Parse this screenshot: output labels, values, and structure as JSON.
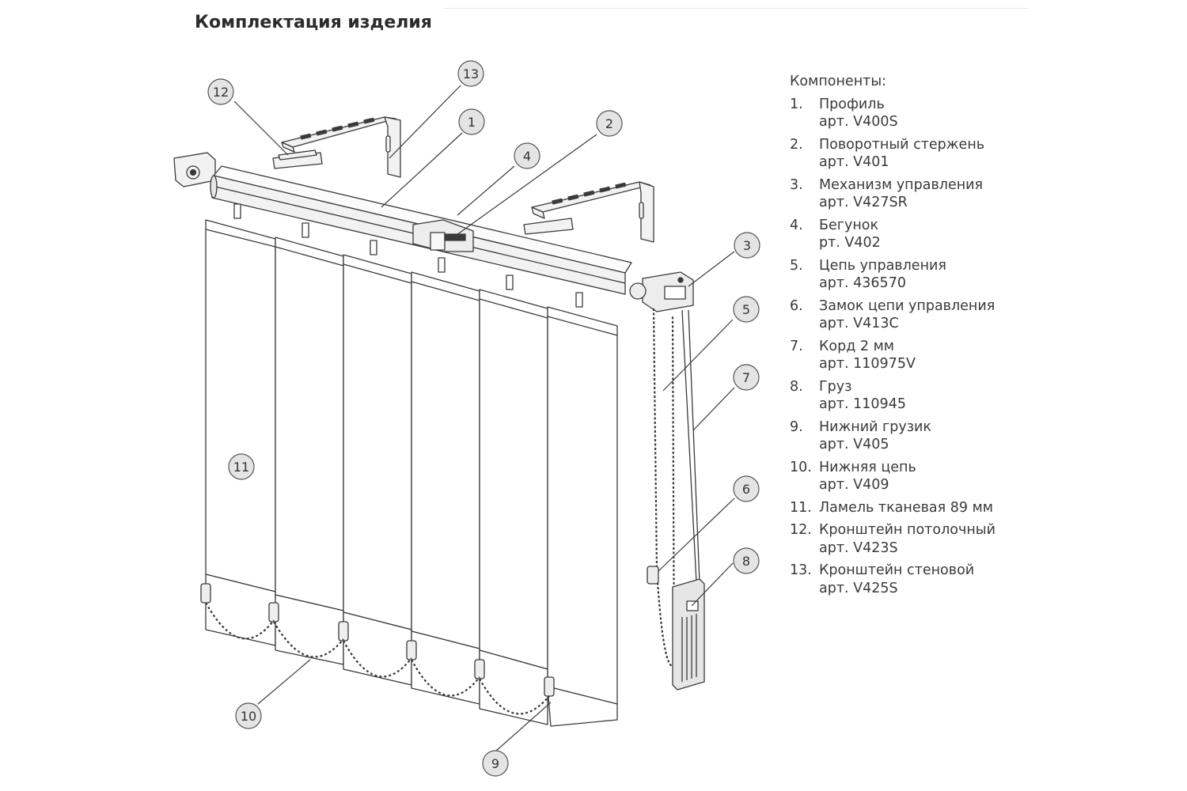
{
  "title": "Комплектация изделия",
  "legend": {
    "heading": "Компоненты:",
    "items": [
      {
        "num": "1.",
        "name": "Профиль",
        "art": "арт. V400S"
      },
      {
        "num": "2.",
        "name": "Поворотный стержень",
        "art": "арт. V401"
      },
      {
        "num": "3.",
        "name": "Механизм управления",
        "art": "арт.  V427SR"
      },
      {
        "num": "4.",
        "name": "Бегунок",
        "art": "рт. V402"
      },
      {
        "num": "5.",
        "name": "Цепь управления",
        "art": "арт.  436570"
      },
      {
        "num": "6.",
        "name": "Замок цепи управления",
        "art": "арт.  V413C"
      },
      {
        "num": "7.",
        "name": "Корд 2 мм",
        "art": "арт.  110975V"
      },
      {
        "num": "8.",
        "name": "Груз",
        "art": "арт.  110945"
      },
      {
        "num": "9.",
        "name": "Нижний грузик",
        "art": "арт.  V405"
      },
      {
        "num": "10.",
        "name": "Нижняя цепь",
        "art": "арт.  V409"
      },
      {
        "num": "11.",
        "name": "Ламель тканевая 89 мм",
        "art": ""
      },
      {
        "num": "12.",
        "name": "Кронштейн потолочный",
        "art": "арт.  V423S"
      },
      {
        "num": "13.",
        "name": "Кронштейн стеновой",
        "art": "арт.  V425S"
      }
    ]
  },
  "callouts": [
    "1",
    "2",
    "3",
    "4",
    "5",
    "6",
    "7",
    "8",
    "9",
    "10",
    "11",
    "12",
    "13"
  ],
  "colors": {
    "line": "#3a3a3a",
    "callout_fill": "#e4e4e4",
    "callout_stroke": "#555555",
    "rail_fill": "#f4f4f4",
    "slat_fill": "#ffffff"
  }
}
